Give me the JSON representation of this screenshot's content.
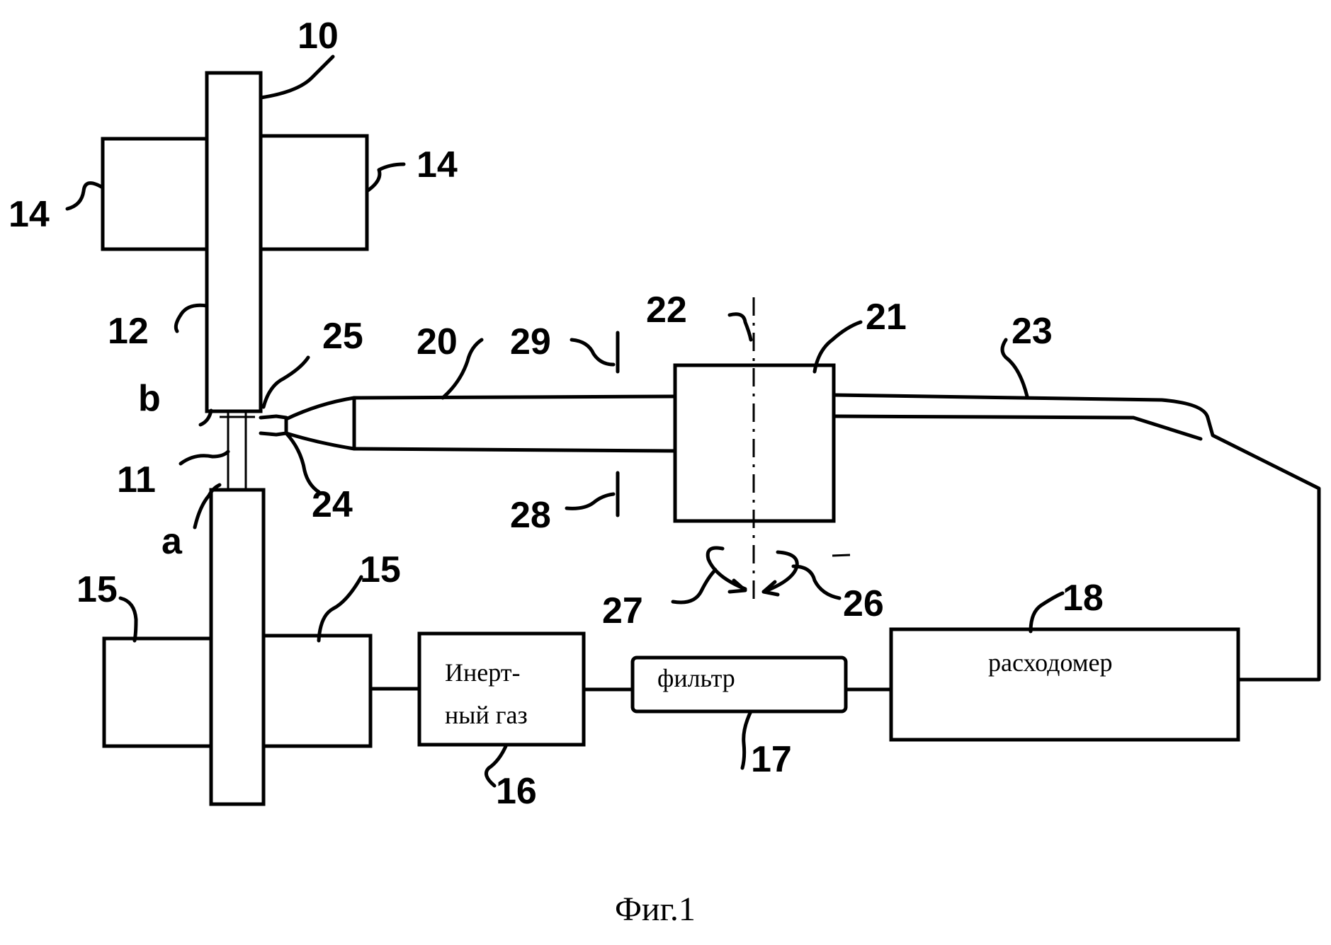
{
  "labels": {
    "n10": "10",
    "n14a": "14",
    "n14b": "14",
    "n12": "12",
    "n25": "25",
    "n20": "20",
    "n29": "29",
    "n22": "22",
    "n21": "21",
    "n23": "23",
    "nb": "b",
    "n11": "11",
    "n24": "24",
    "n28": "28",
    "na": "a",
    "n15a": "15",
    "n15b": "15",
    "n27": "27",
    "n26": "26",
    "n18": "18",
    "n16": "16",
    "n17": "17"
  },
  "blocks": {
    "inert_gas_line1": "Инерт-",
    "inert_gas_line2": "ный газ",
    "filter": "фильтр",
    "flowmeter": "расходомер"
  },
  "caption": "Фиг.1"
}
